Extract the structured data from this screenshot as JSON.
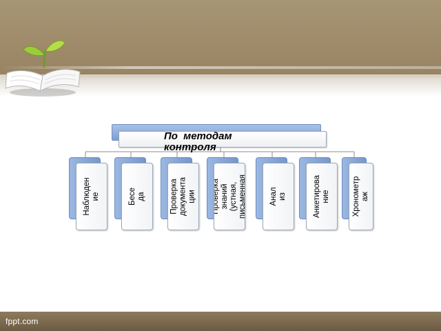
{
  "slide": {
    "footer": "fppt.com",
    "colors": {
      "band": "#a69576",
      "accent_blue": "#7c9fd2",
      "box_fill": "#ffffff",
      "footer_band": "#7a6a50"
    },
    "icons": [
      "book-sprout-icon"
    ]
  },
  "diagram": {
    "root": {
      "label": "По методам контроля"
    },
    "children": [
      {
        "label": "Наблюден\nие"
      },
      {
        "label": "Бесе\nда"
      },
      {
        "label": "Проверка\nдокумента\nции"
      },
      {
        "label": "Проверка\nзнаний\n(устная,\nписьменная"
      },
      {
        "label": "Анал\nиз"
      },
      {
        "label": "Анкетирова\nние"
      },
      {
        "label": "Хронометр\nаж"
      }
    ]
  }
}
